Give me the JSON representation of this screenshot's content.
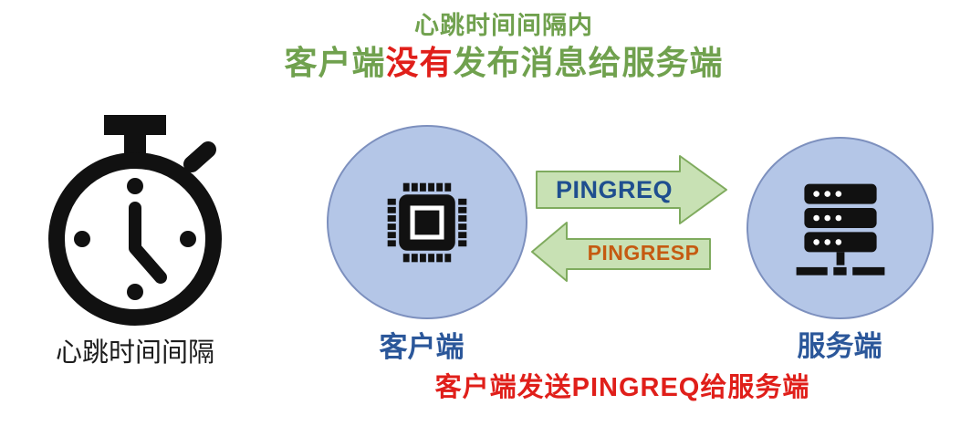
{
  "title": {
    "line1": "心跳时间间隔内",
    "line2_prefix": "客户端",
    "line2_highlight": "没有",
    "line2_suffix": "发布消息给服务端"
  },
  "timer": {
    "icon": "stopwatch-icon",
    "label": "心跳时间间隔"
  },
  "client": {
    "icon": "cpu-chip-icon",
    "label": "客户端"
  },
  "server": {
    "icon": "server-rack-icon",
    "label": "服务端"
  },
  "messages": {
    "request": {
      "label": "PINGREQ",
      "direction": "right"
    },
    "response": {
      "label": "PINGRESP",
      "direction": "left"
    }
  },
  "caption": "客户端发送PINGREQ给服务端",
  "colors": {
    "green_text": "#70a14e",
    "red_text": "#e01f1a",
    "blue_text": "#2b579a",
    "pingreq_text": "#1f4e8f",
    "pingresp_text": "#c55a11",
    "arrow_fill": "#c8e1b4",
    "arrow_border": "#7fab5e",
    "circle_fill": "#b4c6e7",
    "circle_border": "#7d90be",
    "icon_ink": "#111111"
  }
}
